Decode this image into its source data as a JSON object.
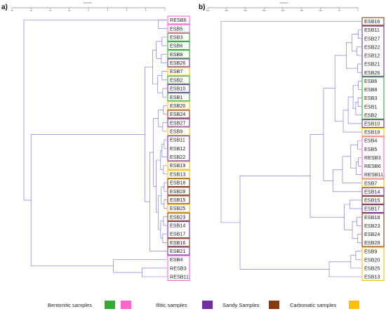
{
  "panel_a": {
    "label": "a)",
    "axis_title": "Distance",
    "ticks": [
      "25",
      "20",
      "15",
      "10",
      "5",
      "0",
      "0",
      "5",
      "1"
    ],
    "leaves": [
      "RESB6",
      "ESB5",
      "ESB3",
      "ESB6",
      "ESB8",
      "ESB26",
      "ESB7",
      "ESB2",
      "ESB10",
      "ESB1",
      "ESB20",
      "ESB24",
      "ESB27",
      "ESB9",
      "ESB11",
      "ESB12",
      "ESB22",
      "ESB19",
      "ESB13",
      "ESB18",
      "ESB28",
      "ESB15",
      "ESB25",
      "ESB23",
      "ESB14",
      "ESB17",
      "ESB16",
      "ESB21",
      "ESB4",
      "RESB3",
      "RESB11"
    ],
    "groups": [
      {
        "start": 0,
        "end": 0,
        "color": "#ff66cc"
      },
      {
        "start": 1,
        "end": 1,
        "color": "#ff66cc"
      },
      {
        "start": 2,
        "end": 2,
        "color": "#33aa33"
      },
      {
        "start": 3,
        "end": 3,
        "color": "#33aa33"
      },
      {
        "start": 4,
        "end": 4,
        "color": "#33aa33"
      },
      {
        "start": 5,
        "end": 5,
        "color": "#7030a0"
      },
      {
        "start": 6,
        "end": 6,
        "color": "#ffc000"
      },
      {
        "start": 7,
        "end": 7,
        "color": "#33aa33"
      },
      {
        "start": 8,
        "end": 8,
        "color": "#7030a0"
      },
      {
        "start": 9,
        "end": 9,
        "color": "#33aa33"
      },
      {
        "start": 10,
        "end": 10,
        "color": "#ffc000"
      },
      {
        "start": 11,
        "end": 11,
        "color": "#8b3a0f"
      },
      {
        "start": 12,
        "end": 12,
        "color": "#7030a0"
      },
      {
        "start": 13,
        "end": 13,
        "color": "#ffc000"
      },
      {
        "start": 14,
        "end": 16,
        "color": "#7030a0"
      },
      {
        "start": 17,
        "end": 17,
        "color": "#ffc000"
      },
      {
        "start": 18,
        "end": 18,
        "color": "#ffc000"
      },
      {
        "start": 19,
        "end": 19,
        "color": "#8b3a0f"
      },
      {
        "start": 20,
        "end": 20,
        "color": "#8b3a0f"
      },
      {
        "start": 21,
        "end": 21,
        "color": "#8b3a0f"
      },
      {
        "start": 22,
        "end": 22,
        "color": "#ffc000"
      },
      {
        "start": 23,
        "end": 23,
        "color": "#8b3a0f"
      },
      {
        "start": 24,
        "end": 25,
        "color": "#7030a0"
      },
      {
        "start": 26,
        "end": 26,
        "color": "#8b3a0f"
      },
      {
        "start": 27,
        "end": 27,
        "color": "#7030a0"
      },
      {
        "start": 28,
        "end": 30,
        "color": "#ff66cc"
      }
    ],
    "merges": [
      {
        "a": "L0",
        "b": "L1",
        "h": 1.2
      },
      {
        "a": "L2",
        "b": "L3",
        "h": 0.7
      },
      {
        "a": "L4",
        "b": "L5",
        "h": 0.8
      },
      {
        "a": "m1",
        "b": "m2",
        "h": 1.5
      },
      {
        "a": "L6",
        "b": "L7",
        "h": 0.7
      },
      {
        "a": "L8",
        "b": "L9",
        "h": 0.6
      },
      {
        "a": "m4",
        "b": "m5",
        "h": 1.3
      },
      {
        "a": "m3",
        "b": "m6",
        "h": 2.0
      },
      {
        "a": "L10",
        "b": "L11",
        "h": 0.5
      },
      {
        "a": "L12",
        "b": "L13",
        "h": 0.6
      },
      {
        "a": "m8",
        "b": "m9",
        "h": 1.2
      },
      {
        "a": "L14",
        "b": "L15",
        "h": 0.4
      },
      {
        "a": "m11",
        "b": "L16",
        "h": 0.7
      },
      {
        "a": "L17",
        "b": "L18",
        "h": 0.5
      },
      {
        "a": "m12",
        "b": "m13",
        "h": 0.9
      },
      {
        "a": "L19",
        "b": "L20",
        "h": 0.4
      },
      {
        "a": "L21",
        "b": "L22",
        "h": 0.4
      },
      {
        "a": "m15",
        "b": "m16",
        "h": 0.8
      },
      {
        "a": "L23",
        "b": "L24",
        "h": 0.5
      },
      {
        "a": "L25",
        "b": "L26",
        "h": 0.6
      },
      {
        "a": "m18",
        "b": "m19",
        "h": 0.9
      },
      {
        "a": "m17",
        "b": "m20",
        "h": 1.2
      },
      {
        "a": "m14",
        "b": "m21",
        "h": 1.5
      },
      {
        "a": "m10",
        "b": "m22",
        "h": 1.9
      },
      {
        "a": "m23",
        "b": "L27",
        "h": 2.4
      },
      {
        "a": "m7",
        "b": "m24",
        "h": 3.1
      },
      {
        "a": "L29",
        "b": "L30",
        "h": 3.5
      },
      {
        "a": "L28",
        "b": "m26",
        "h": 7.5
      },
      {
        "a": "m25",
        "b": "m27",
        "h": 19.0
      },
      {
        "a": "L0p",
        "b": "m28",
        "h": 20.0
      }
    ]
  },
  "panel_b": {
    "label": "b)",
    "axis_title": "Distance",
    "ticks": [
      "400",
      "350",
      "300",
      "250",
      "200",
      "150",
      "100",
      "50",
      "0"
    ],
    "leaves": [
      "ESB16",
      "ESB11",
      "ESB27",
      "ESB22",
      "ESB12",
      "ESB21",
      "ESB26",
      "ESB6",
      "ESB8",
      "ESB3",
      "ESB1",
      "ESB2",
      "ESB10",
      "ESB19",
      "ESB4",
      "ESB5",
      "RESB3",
      "RESB6",
      "RESB11",
      "ESB7",
      "ESB14",
      "ESB15",
      "ESB17",
      "ESB18",
      "ESB23",
      "ESB24",
      "ESB28",
      "ESB9",
      "ESB20",
      "ESB25",
      "ESB13"
    ],
    "groups": [
      {
        "start": 0,
        "end": 0,
        "color": "#8b3a0f"
      },
      {
        "start": 1,
        "end": 6,
        "color": "#7030a0"
      },
      {
        "start": 7,
        "end": 11,
        "color": "#33aa33"
      },
      {
        "start": 12,
        "end": 12,
        "color": "#7030a0"
      },
      {
        "start": 13,
        "end": 13,
        "color": "#ffc000"
      },
      {
        "start": 14,
        "end": 18,
        "color": "#ff66cc"
      },
      {
        "start": 19,
        "end": 19,
        "color": "#ffc000"
      },
      {
        "start": 20,
        "end": 20,
        "color": "#7030a0"
      },
      {
        "start": 21,
        "end": 21,
        "color": "#8b3a0f"
      },
      {
        "start": 22,
        "end": 22,
        "color": "#7030a0"
      },
      {
        "start": 23,
        "end": 26,
        "color": "#8b3a0f"
      },
      {
        "start": 27,
        "end": 30,
        "color": "#ffc000"
      }
    ],
    "merges": [
      {
        "a": "L1",
        "b": "L2",
        "h": 8
      },
      {
        "a": "L3",
        "b": "L4",
        "h": 12
      },
      {
        "a": "m0",
        "b": "m1",
        "h": 25
      },
      {
        "a": "L5",
        "b": "L6",
        "h": 10
      },
      {
        "a": "m2",
        "b": "m3",
        "h": 40
      },
      {
        "a": "L7",
        "b": "L8",
        "h": 8
      },
      {
        "a": "L9",
        "b": "L10",
        "h": 9
      },
      {
        "a": "m6",
        "b": "L11",
        "h": 15
      },
      {
        "a": "m5",
        "b": "m7",
        "h": 22
      },
      {
        "a": "m8",
        "b": "L12",
        "h": 35
      },
      {
        "a": "m9",
        "b": "L13",
        "h": 48
      },
      {
        "a": "m4",
        "b": "m10",
        "h": 70
      },
      {
        "a": "L14",
        "b": "L15",
        "h": 10
      },
      {
        "a": "L16",
        "b": "L17",
        "h": 8
      },
      {
        "a": "m13",
        "b": "L18",
        "h": 14
      },
      {
        "a": "m12",
        "b": "m14",
        "h": 28
      },
      {
        "a": "m15",
        "b": "L19",
        "h": 50
      },
      {
        "a": "m16",
        "b": "L20",
        "h": 75
      },
      {
        "a": "m11",
        "b": "m17",
        "h": 100
      },
      {
        "a": "L21",
        "b": "L22",
        "h": 30
      },
      {
        "a": "L23",
        "b": "L24",
        "h": 12
      },
      {
        "a": "L25",
        "b": "L26",
        "h": 10
      },
      {
        "a": "m20",
        "b": "m21",
        "h": 24
      },
      {
        "a": "m19",
        "b": "m22",
        "h": 45
      },
      {
        "a": "m18",
        "b": "m23",
        "h": 135
      },
      {
        "a": "L27",
        "b": "L28",
        "h": 15
      },
      {
        "a": "m25",
        "b": "L29",
        "h": 28
      },
      {
        "a": "m26",
        "b": "L30",
        "h": 85
      },
      {
        "a": "m24",
        "b": "m27",
        "h": 320
      },
      {
        "a": "L0",
        "b": "m28",
        "h": 370
      }
    ]
  },
  "legend": [
    {
      "label": "Bentonitic samples",
      "colors": [
        "#33aa33",
        "#ff66cc"
      ]
    },
    {
      "label": "Illitic samples",
      "colors": [
        "#7030a0"
      ]
    },
    {
      "label": "Sandy Samples",
      "colors": [
        "#8b3a0f"
      ]
    },
    {
      "label": "Carbonatic samples",
      "colors": [
        "#ffc000"
      ]
    }
  ],
  "colors": {
    "line": "#6b6bd6",
    "axis": "#555555"
  }
}
